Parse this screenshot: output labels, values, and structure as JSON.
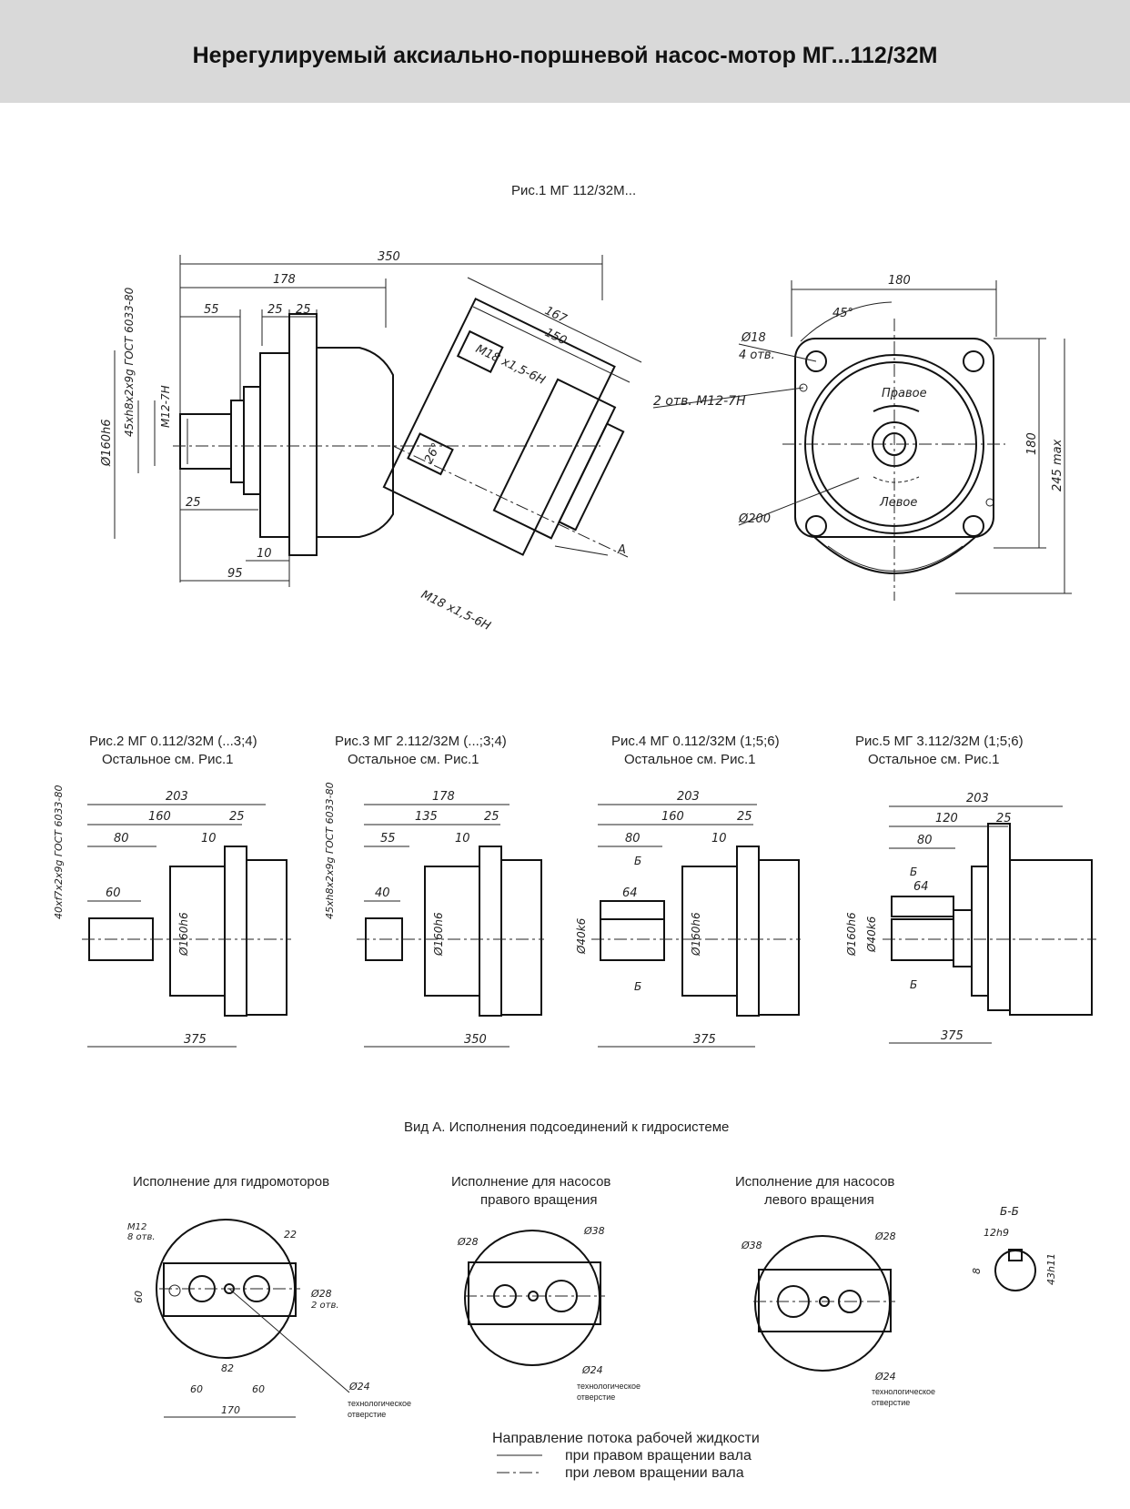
{
  "header": {
    "title": "Нерегулируемый аксиально-поршневой насос-мотор МГ...112/32М"
  },
  "fig1": {
    "caption": "Рис.1 МГ 112/32М...",
    "dims": {
      "d350": "350",
      "d178": "178",
      "d55": "55",
      "d25a": "25",
      "d25b": "25",
      "d167": "167",
      "d150": "150",
      "m18a": "М18 х1,5-6Н",
      "m18b": "М18 х1,5-6Н",
      "angle": "26°",
      "arrowA": "А",
      "shaft": "45xh8x2x9g  ГОСТ 6033-80",
      "m12": "М12-7Н",
      "d160": "Ø160h6",
      "d25c": "25",
      "d10": "10",
      "d95": "95"
    }
  },
  "flange": {
    "d180top": "180",
    "angle45": "45°",
    "holes": "Ø18",
    "holes_count": "4 отв.",
    "threads": "2 отв. М12-7Н",
    "right": "Правое",
    "left": "Левое",
    "d200": "Ø200",
    "d180side": "180",
    "d245": "245 max"
  },
  "variants": [
    {
      "title": "Рис.2  МГ 0.112/32М (...3;4)",
      "note": "Остальное см. Рис.1",
      "overall": "203",
      "a": "160",
      "b": "25",
      "c": "80",
      "d": "10",
      "e": "60",
      "shaft": "40xf7x2x9g ГОСТ 6033-80",
      "dia": "Ø160h6",
      "total": "375"
    },
    {
      "title": "Рис.3  МГ 2.112/32М (...;3;4)",
      "note": "Остальное см. Рис.1",
      "overall": "178",
      "a": "135",
      "b": "25",
      "c": "55",
      "d": "10",
      "e": "40",
      "shaft": "45xh8x2x9g ГОСТ 6033-80",
      "dia": "Ø160h6",
      "total": "350"
    },
    {
      "title": "Рис.4  МГ 0.112/32М (1;5;6)",
      "note": "Остальное см. Рис.1",
      "overall": "203",
      "a": "160",
      "b": "25",
      "c": "80",
      "d": "10",
      "e": "64",
      "shaft": "Ø40k6",
      "dia": "Ø160h6",
      "total": "375",
      "sec": "Б"
    },
    {
      "title": "Рис.5  МГ 3.112/32М (1;5;6)",
      "note": "Остальное см. Рис.1",
      "overall": "203",
      "a": "120",
      "b": "25",
      "c": "80",
      "e": "64",
      "shaft": "Ø40k6",
      "dia": "Ø160h6",
      "total": "375",
      "sec": "Б"
    }
  ],
  "viewA": {
    "caption": "Вид А. Исполнения подсоединений к гидросистеме",
    "motor": {
      "title": "Исполнение для гидромоторов",
      "m12": "М12",
      "m12n": "8 отв.",
      "d22": "22",
      "d60v": "60",
      "d28": "Ø28",
      "d28n": "2 отв.",
      "d82": "82",
      "d60a": "60",
      "d60b": "60",
      "d170": "170",
      "d24": "Ø24"
    },
    "pumpRight": {
      "title1": "Исполнение для насосов",
      "title2": "правого вращения",
      "d28": "Ø28",
      "d38": "Ø38",
      "d24": "Ø24"
    },
    "pumpLeft": {
      "title1": "Исполнение для насосов",
      "title2": "левого вращения",
      "d38": "Ø38",
      "d28": "Ø28",
      "d24": "Ø24"
    },
    "tech1": "технологическое",
    "tech2": "отверстие",
    "section": {
      "title": "Б-Б",
      "w": "12h9",
      "h": "8",
      "dd": "43h11"
    }
  },
  "legend": {
    "title": "Направление потока рабочей жидкости",
    "right": "при правом вращении вала",
    "left": "при левом вращении вала"
  }
}
